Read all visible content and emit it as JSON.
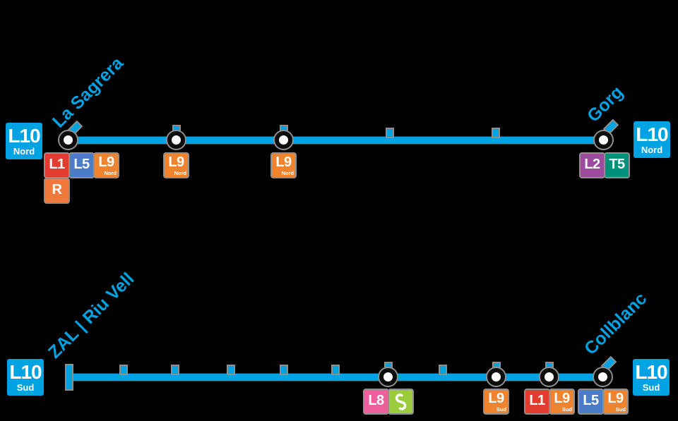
{
  "colors": {
    "background": "#000000",
    "line": "#00a3e2",
    "casing": "#8f8f8f",
    "station_fill": "#ffffff",
    "station_ring": "#0b0b0b",
    "terminal_label": "#00a3e2",
    "l10": "#00a3e2",
    "l1": "#e23b30",
    "l2": "#9c4b9f",
    "l5": "#4a7dc6",
    "l8": "#ec609e",
    "l9": "#ef8430",
    "t5": "#00917d",
    "rodalies_r": "#f2793c",
    "fgc_green": "#9acb3c"
  },
  "north_line": {
    "name_badge_left": {
      "label": "L10",
      "branch": "Nord"
    },
    "name_badge_right": {
      "label": "L10",
      "branch": "Nord"
    },
    "terminal_start": "La Sagrera",
    "terminal_end": "Gorg",
    "connections": {
      "la_sagrera": [
        {
          "label": "L1"
        },
        {
          "label": "L5"
        },
        {
          "label": "L9",
          "branch": "Nord"
        },
        {
          "label": "R"
        }
      ],
      "station_2": [
        {
          "label": "L9",
          "branch": "Nord"
        }
      ],
      "station_3": [
        {
          "label": "L9",
          "branch": "Nord"
        }
      ],
      "gorg": [
        {
          "label": "L2"
        },
        {
          "label": "T5"
        }
      ]
    }
  },
  "south_line": {
    "name_badge_left": {
      "label": "L10",
      "branch": "Sud"
    },
    "name_badge_right": {
      "label": "L10",
      "branch": "Sud"
    },
    "terminal_start": "ZAL | Riu Vell",
    "terminal_end": "Collblanc",
    "connections": {
      "circle_station_1": [
        {
          "label": "L8"
        },
        {
          "icon": "fgc-logo"
        }
      ],
      "circle_station_2": [
        {
          "label": "L9",
          "branch": "Sud"
        }
      ],
      "circle_station_3": [
        {
          "label": "L1"
        },
        {
          "label": "L9",
          "branch": "Sud"
        }
      ],
      "collblanc": [
        {
          "label": "L5"
        },
        {
          "label": "L9",
          "branch": "Sud"
        }
      ]
    }
  }
}
